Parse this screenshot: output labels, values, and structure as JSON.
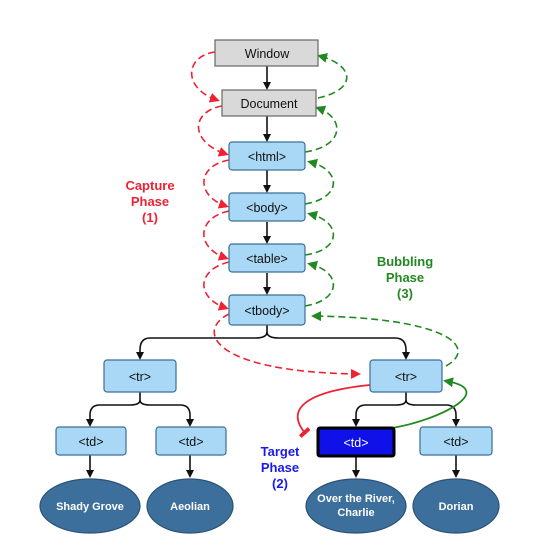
{
  "colors": {
    "capture": "#ee2233",
    "bubbling": "#228822",
    "target": "#1a1ae8",
    "node_fill": "#a8d8f5",
    "leaf_fill": "#3d6f9c"
  },
  "nodes": {
    "window": "Window",
    "document": "Document",
    "html": "<html>",
    "body": "<body>",
    "table": "<table>",
    "tbody": "<tbody>",
    "tr_left": "<tr>",
    "tr_right": "<tr>",
    "td_1": "<td>",
    "td_2": "<td>",
    "td_target": "<td>",
    "td_4": "<td>"
  },
  "leaves": {
    "leaf_1": "Shady Grove",
    "leaf_2": "Aeolian",
    "leaf_3_line1": "Over the River,",
    "leaf_3_line2": "Charlie",
    "leaf_4": "Dorian"
  },
  "phases": {
    "capture_line1": "Capture",
    "capture_line2": "Phase",
    "capture_line3": "(1)",
    "bubbling_line1": "Bubbling",
    "bubbling_line2": "Phase",
    "bubbling_line3": "(3)",
    "target_line1": "Target",
    "target_line2": "Phase",
    "target_line3": "(2)"
  }
}
